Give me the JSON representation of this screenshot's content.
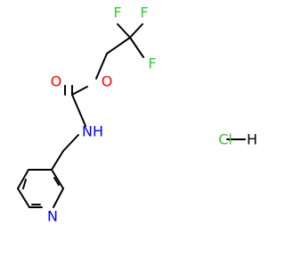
{
  "structure": {
    "atoms": {
      "f1": "F",
      "f2": "F",
      "f3": "F",
      "o_carbonyl": "O",
      "o_ester": "O",
      "nh": "NH",
      "n_ring": "N",
      "cl": "Cl",
      "h": "H"
    },
    "colors": {
      "bond": "#000000",
      "fluorine": "#33cc33",
      "oxygen": "#ff0000",
      "nitrogen": "#0000ff",
      "chlorine": "#33cc33",
      "hydrogen": "#000000"
    }
  }
}
